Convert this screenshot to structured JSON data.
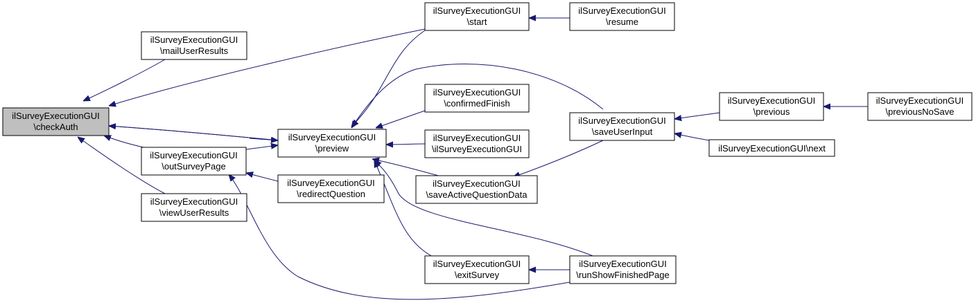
{
  "nodes": [
    {
      "id": "checkAuth",
      "line1": "ilSurveyExecutionGUI",
      "line2": "\\checkAuth",
      "focus": true
    },
    {
      "id": "mailUserResults",
      "line1": "ilSurveyExecutionGUI",
      "line2": "\\mailUserResults"
    },
    {
      "id": "outSurveyPage",
      "line1": "ilSurveyExecutionGUI",
      "line2": "\\outSurveyPage"
    },
    {
      "id": "viewUserResults",
      "line1": "ilSurveyExecutionGUI",
      "line2": "\\viewUserResults"
    },
    {
      "id": "preview",
      "line1": "ilSurveyExecutionGUI",
      "line2": "\\preview"
    },
    {
      "id": "redirectQuestion",
      "line1": "ilSurveyExecutionGUI",
      "line2": "\\redirectQuestion"
    },
    {
      "id": "start",
      "line1": "ilSurveyExecutionGUI",
      "line2": "\\start"
    },
    {
      "id": "confirmedFinish",
      "line1": "ilSurveyExecutionGUI",
      "line2": "\\confirmedFinish"
    },
    {
      "id": "ctor",
      "line1": "ilSurveyExecutionGUI",
      "line2": "\\ilSurveyExecutionGUI"
    },
    {
      "id": "saveActiveQuestionData",
      "line1": "ilSurveyExecutionGUI",
      "line2": "\\saveActiveQuestionData"
    },
    {
      "id": "exitSurvey",
      "line1": "ilSurveyExecutionGUI",
      "line2": "\\exitSurvey"
    },
    {
      "id": "resume",
      "line1": "ilSurveyExecutionGUI",
      "line2": "\\resume"
    },
    {
      "id": "saveUserInput",
      "line1": "ilSurveyExecutionGUI",
      "line2": "\\saveUserInput"
    },
    {
      "id": "runShowFinishedPage",
      "line1": "ilSurveyExecutionGUI",
      "line2": "\\runShowFinishedPage"
    },
    {
      "id": "previous",
      "line1": "ilSurveyExecutionGUI",
      "line2": "\\previous"
    },
    {
      "id": "next",
      "line1": "ilSurveyExecutionGUI\\next",
      "line2": ""
    },
    {
      "id": "previousNoSave",
      "line1": "ilSurveyExecutionGUI",
      "line2": "\\previousNoSave"
    }
  ],
  "edges": [
    {
      "from": "mailUserResults",
      "to": "checkAuth"
    },
    {
      "from": "start",
      "to": "checkAuth"
    },
    {
      "from": "preview",
      "to": "checkAuth"
    },
    {
      "from": "outSurveyPage",
      "to": "checkAuth"
    },
    {
      "from": "viewUserResults",
      "to": "checkAuth"
    },
    {
      "from": "outSurveyPage",
      "to": "preview"
    },
    {
      "from": "checkAuth",
      "to": "preview"
    },
    {
      "from": "redirectQuestion",
      "to": "outSurveyPage"
    },
    {
      "from": "runShowFinishedPage",
      "to": "outSurveyPage"
    },
    {
      "from": "start",
      "to": "preview"
    },
    {
      "from": "saveUserInput",
      "to": "preview"
    },
    {
      "from": "confirmedFinish",
      "to": "preview"
    },
    {
      "from": "ctor",
      "to": "preview"
    },
    {
      "from": "saveActiveQuestionData",
      "to": "preview"
    },
    {
      "from": "exitSurvey",
      "to": "preview"
    },
    {
      "from": "runShowFinishedPage",
      "to": "preview"
    },
    {
      "from": "resume",
      "to": "start"
    },
    {
      "from": "saveUserInput",
      "to": "saveActiveQuestionData"
    },
    {
      "from": "runShowFinishedPage",
      "to": "exitSurvey"
    },
    {
      "from": "previous",
      "to": "saveUserInput"
    },
    {
      "from": "next",
      "to": "saveUserInput"
    },
    {
      "from": "previousNoSave",
      "to": "previous"
    }
  ]
}
